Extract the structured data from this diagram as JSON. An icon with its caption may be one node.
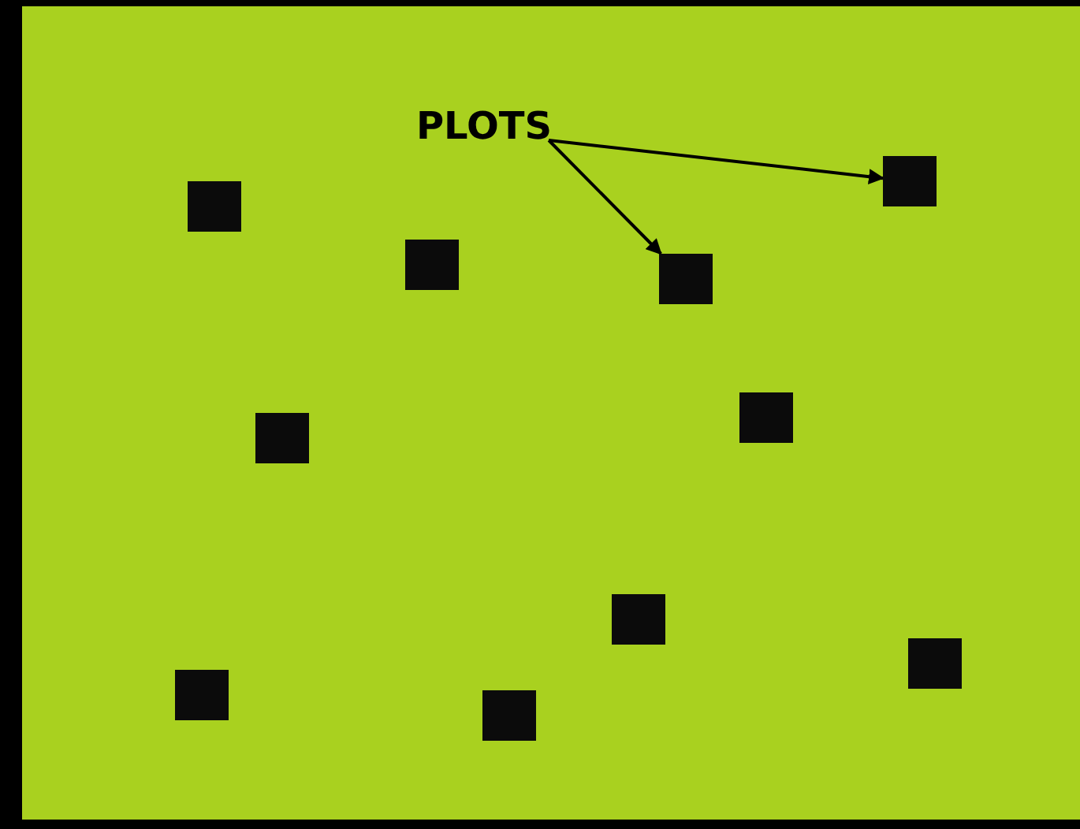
{
  "diagram": {
    "nodes": [
      {
        "text": [
          "PLOTS"
        ]
      },
      {
        "text": [],
        "shape": "box"
      },
      {
        "text": [],
        "shape": "box"
      },
      {
        "text": [],
        "shape": "box"
      },
      {
        "text": [],
        "shape": "box"
      },
      {
        "text": [],
        "shape": "box"
      },
      {
        "text": [],
        "shape": "box"
      },
      {
        "text": [],
        "shape": "box"
      },
      {
        "text": [],
        "shape": "box"
      },
      {
        "text": [],
        "shape": "box"
      },
      {
        "text": [],
        "shape": "box"
      }
    ],
    "edges": [
      {
        "from": 0,
        "to": 1,
        "arrow": "to"
      },
      {
        "from": 0,
        "to": 4,
        "arrow": "to"
      }
    ]
  }
}
